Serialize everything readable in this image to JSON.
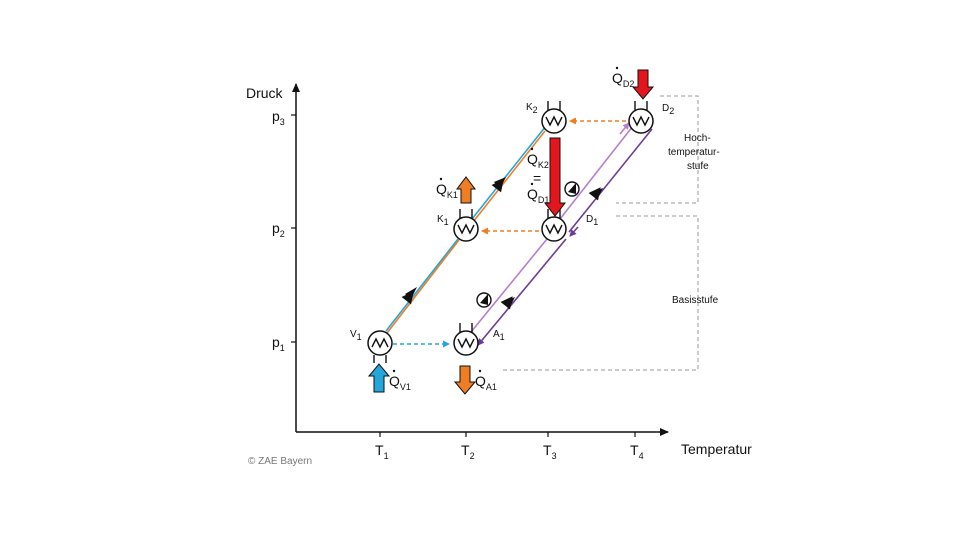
{
  "axes": {
    "y_label": "Druck",
    "x_label": "Temperatur",
    "y_ticks": [
      {
        "base": "p",
        "sub": "3"
      },
      {
        "base": "p",
        "sub": "2"
      },
      {
        "base": "p",
        "sub": "1"
      }
    ],
    "x_ticks": [
      {
        "base": "T",
        "sub": "1"
      },
      {
        "base": "T",
        "sub": "2"
      },
      {
        "base": "T",
        "sub": "3"
      },
      {
        "base": "T",
        "sub": "4"
      }
    ]
  },
  "components": {
    "V1": {
      "base": "V",
      "sub": "1"
    },
    "A1": {
      "base": "A",
      "sub": "1"
    },
    "K1": {
      "base": "K",
      "sub": "1"
    },
    "D1": {
      "base": "D",
      "sub": "1"
    },
    "K2": {
      "base": "K",
      "sub": "2"
    },
    "D2": {
      "base": "D",
      "sub": "2"
    }
  },
  "heat_flows": {
    "QV1": {
      "base": "Q",
      "sub": "V1"
    },
    "QA1": {
      "base": "Q",
      "sub": "A1"
    },
    "QK1": {
      "base": "Q",
      "sub": "K1"
    },
    "QD2": {
      "base": "Q",
      "sub": "D2"
    },
    "QK2": {
      "base": "Q",
      "sub": "K2"
    },
    "equals": "=",
    "QD1": {
      "base": "Q",
      "sub": "D1"
    }
  },
  "stages": {
    "high_line1": "Hoch-",
    "high_line2": "temperatur-",
    "high_line3": "stufe",
    "base": "Basisstufe"
  },
  "copyright": "© ZAE Bayern",
  "colors": {
    "cyan": "#22a7dc",
    "orange": "#ee7d23",
    "purple_light": "#b57fcb",
    "purple_dark": "#6d3c97",
    "red": "#e2161c",
    "axis": "#111111",
    "bracket": "#9a9a9a"
  }
}
